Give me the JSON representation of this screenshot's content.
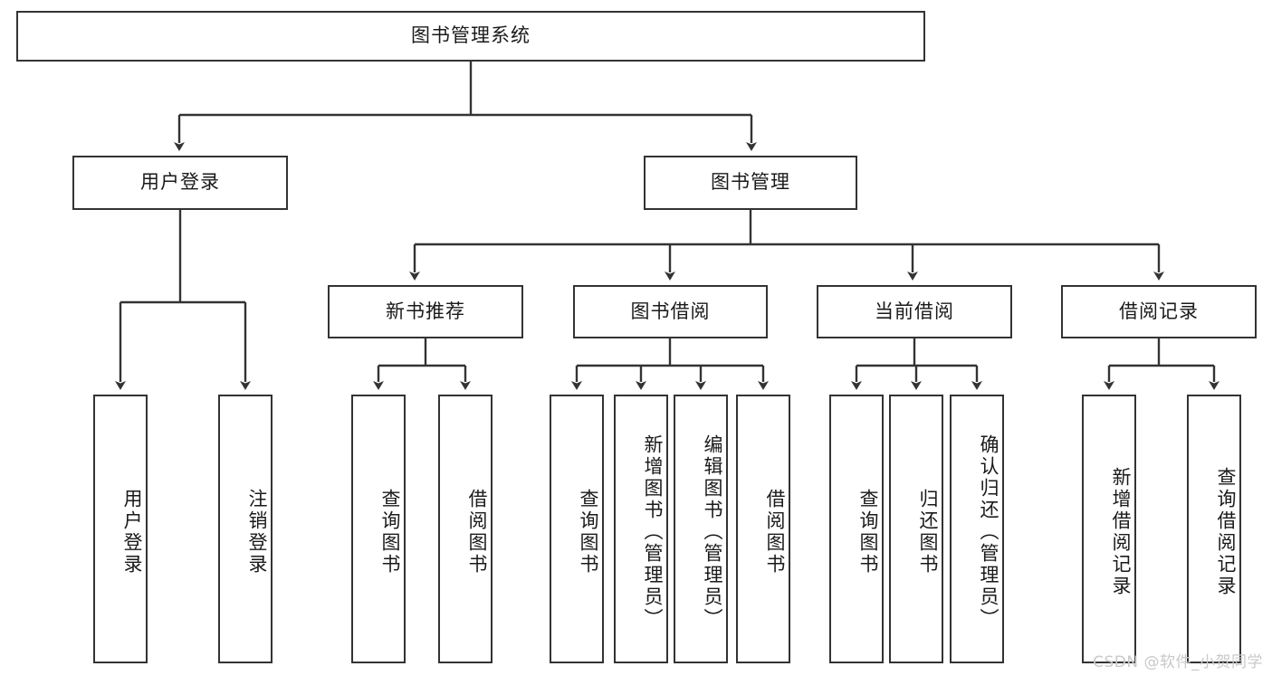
{
  "diagram": {
    "title": "图书管理系统",
    "watermark": "CSDN @软件_小贺同学",
    "line_color": "#333333",
    "box_border_color": "#333333",
    "box_fill_color": "#ffffff",
    "text_color": "#1a1a1a",
    "watermark_color": "#c9c9c9",
    "levels": {
      "root": {
        "label": "图书管理系统"
      },
      "level2": [
        {
          "label": "用户登录"
        },
        {
          "label": "图书管理"
        }
      ],
      "level3": [
        {
          "label": "新书推荐"
        },
        {
          "label": "图书借阅"
        },
        {
          "label": "当前借阅"
        },
        {
          "label": "借阅记录"
        }
      ],
      "leaves_user_login": [
        {
          "label": "用户登录"
        },
        {
          "label": "注销登录"
        }
      ],
      "leaves_new_book": [
        {
          "label": "查询图书"
        },
        {
          "label": "借阅图书"
        }
      ],
      "leaves_book_borrow": [
        {
          "label": "查询图书"
        },
        {
          "label": "新增图书（管理员）"
        },
        {
          "label": "编辑图书（管理员）"
        },
        {
          "label": "借阅图书"
        }
      ],
      "leaves_current_borrow": [
        {
          "label": "查询图书"
        },
        {
          "label": "归还图书"
        },
        {
          "label": "确认归还（管理员）"
        }
      ],
      "leaves_borrow_record": [
        {
          "label": "新增借阅记录"
        },
        {
          "label": "查询借阅记录"
        }
      ]
    }
  }
}
